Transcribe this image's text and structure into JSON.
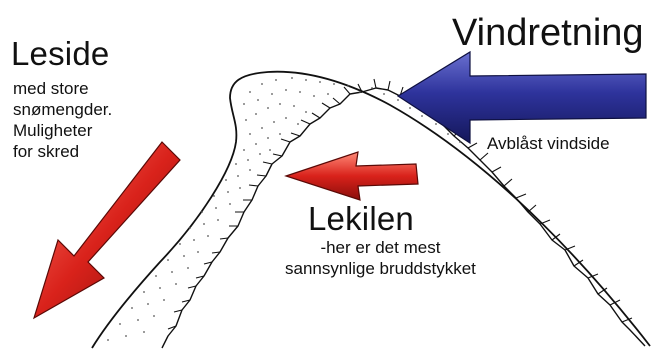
{
  "labels": {
    "vindretning": "Vindretning",
    "avblast": "Avblåst vindside",
    "leside": "Leside",
    "leside_desc": "med store\nsnømengder.\nMuligheter\nfor skred",
    "lekilen": "Lekilen",
    "lekilen_desc": "-her er det mest\nsannsynlige bruddstykket"
  },
  "colors": {
    "wind_arrow": "#2a2e8c",
    "slide_arrow": "#d3211c",
    "outline": "#111111",
    "snow_dots": "#555555"
  },
  "icons": {
    "wind": "blue-arrow-left",
    "slide": "red-arrow-down-left",
    "wedge": "red-arrow-left"
  }
}
